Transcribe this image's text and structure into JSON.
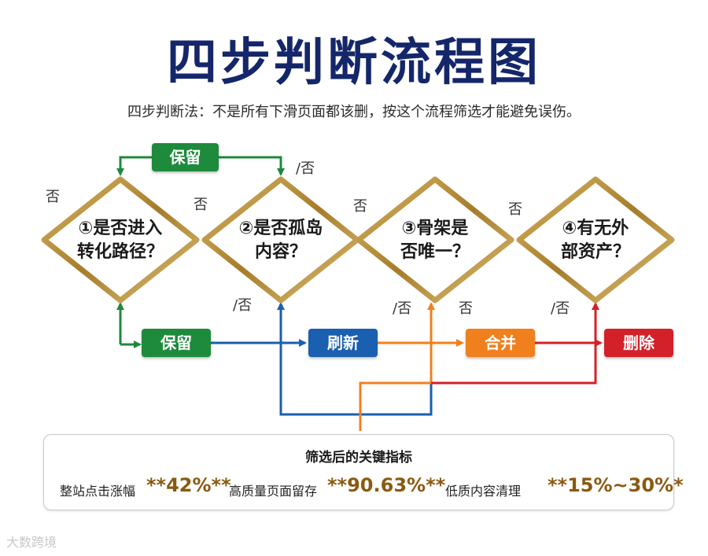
{
  "title": "四步判断流程图",
  "subtitle": "四步判断法：不是所有下滑页面都该删，按这个流程筛选才能避免误伤。",
  "diamonds": [
    {
      "line1": "①是否进入",
      "line2": "转化路径？"
    },
    {
      "line1": "②是否孤岛",
      "line2": "内容？"
    },
    {
      "line1": "③骨架是",
      "line2": "否唯一？"
    },
    {
      "line1": "④有无外",
      "line2": "部资产？"
    }
  ],
  "labels": {
    "no": "否",
    "slash_no": "/否"
  },
  "actions": {
    "keep_top": "保留",
    "keep": "保留",
    "refresh": "刷新",
    "merge": "合并",
    "delete": "删除"
  },
  "metrics": {
    "title": "筛选后的关键指标",
    "items": [
      {
        "label": "整站点击涨幅",
        "value": "**42%**"
      },
      {
        "label": "高质量页面留存",
        "value": "**90.63%**"
      },
      {
        "label": "低质内容清理",
        "value": "**15%~30%*"
      }
    ]
  },
  "watermark": "大数跨境",
  "colors": {
    "title": "#15276a",
    "green": "#1e8a3c",
    "blue": "#1a5fb0",
    "orange": "#f0801e",
    "red": "#d42028",
    "gold": "#b8923a",
    "value": "#8a5a10"
  }
}
